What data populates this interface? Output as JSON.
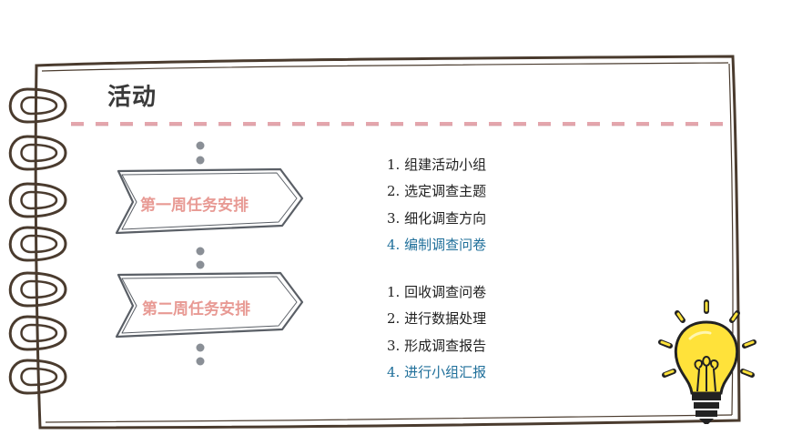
{
  "slide": {
    "title": "活动",
    "accent_colors": {
      "divider": "#e4a6ad",
      "banner_text": "#e89a94",
      "highlight_text": "#1f6f9a",
      "dots": "#888888",
      "bulb": "#ffe23a"
    }
  },
  "weeks": [
    {
      "label": "第一周任务安排",
      "tasks": [
        {
          "text": "1. 组建活动小组",
          "highlight": false
        },
        {
          "text": "2. 选定调查主题",
          "highlight": false
        },
        {
          "text": "3. 细化调查方向",
          "highlight": false
        },
        {
          "text": "4. 编制调查问卷",
          "highlight": true
        }
      ]
    },
    {
      "label": "第二周任务安排",
      "tasks": [
        {
          "text": "1. 回收调查问卷",
          "highlight": false
        },
        {
          "text": "2. 进行数据处理",
          "highlight": false
        },
        {
          "text": "3. 形成调查报告",
          "highlight": false
        },
        {
          "text": "4. 进行小组汇报",
          "highlight": true
        }
      ]
    }
  ],
  "decorations": {
    "notebook_rings": "spiral-binding-icon",
    "lightbulb": "lightbulb-icon"
  }
}
